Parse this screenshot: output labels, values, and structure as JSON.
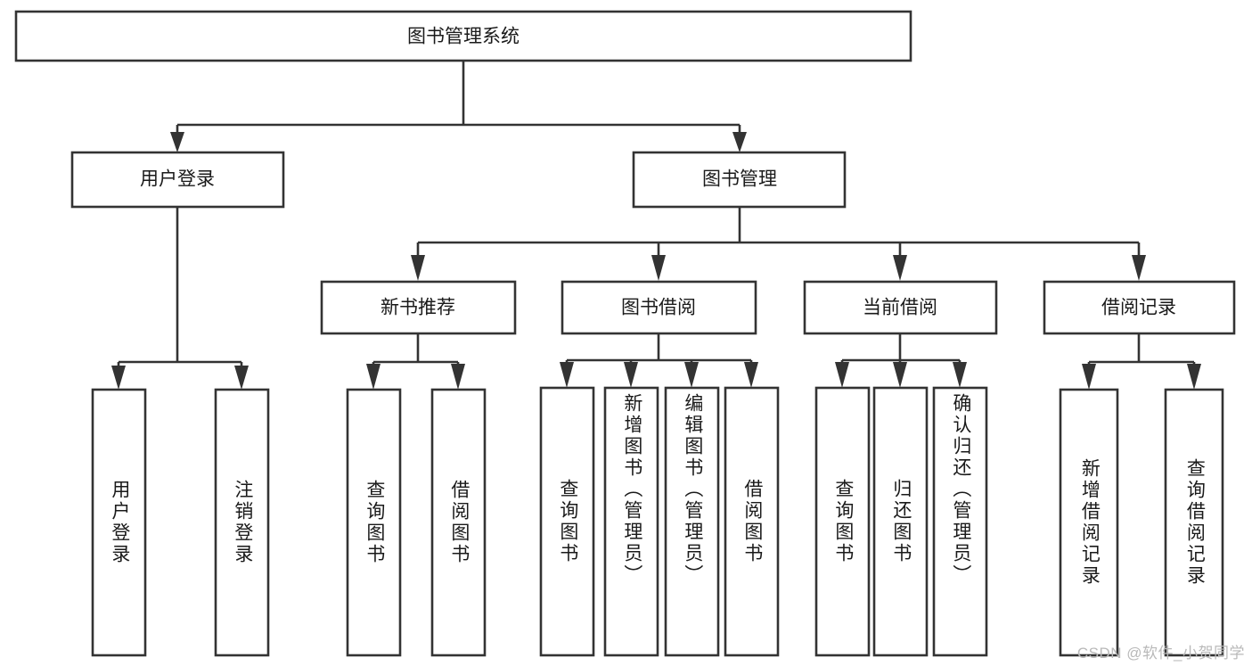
{
  "diagram": {
    "title": "图书管理系统",
    "watermark": "CSDN @软件_小贺同学",
    "colors": {
      "stroke": "#333333",
      "box_fill": "#ffffff",
      "text": "#1a1a1a",
      "background": "#ffffff",
      "watermark": "#b9b9b9"
    },
    "levels": {
      "root": "图书管理系统",
      "level2": [
        "用户登录",
        "图书管理"
      ],
      "level3": [
        "新书推荐",
        "图书借阅",
        "当前借阅",
        "借阅记录"
      ]
    },
    "nodes": {
      "root": {
        "label": "图书管理系统",
        "orientation": "horizontal"
      },
      "user_login": {
        "label": "用户登录",
        "orientation": "horizontal"
      },
      "book_manage": {
        "label": "图书管理",
        "orientation": "horizontal"
      },
      "new_book_rec": {
        "label": "新书推荐",
        "orientation": "horizontal"
      },
      "book_borrow": {
        "label": "图书借阅",
        "orientation": "horizontal"
      },
      "current_borrow": {
        "label": "当前借阅",
        "orientation": "horizontal"
      },
      "borrow_record": {
        "label": "借阅记录",
        "orientation": "horizontal"
      },
      "leaf_user_login": {
        "label": "用户登录",
        "orientation": "vertical"
      },
      "leaf_logout": {
        "label": "注销登录",
        "orientation": "vertical"
      },
      "leaf_query_book_1": {
        "label": "查询图书",
        "orientation": "vertical"
      },
      "leaf_borrow_book_1": {
        "label": "借阅图书",
        "orientation": "vertical"
      },
      "leaf_query_book_2": {
        "label": "查询图书",
        "orientation": "vertical"
      },
      "leaf_add_book": {
        "label": "新增图书（管理员）",
        "orientation": "vertical"
      },
      "leaf_edit_book": {
        "label": "编辑图书（管理员）",
        "orientation": "vertical"
      },
      "leaf_borrow_book_2": {
        "label": "借阅图书",
        "orientation": "vertical"
      },
      "leaf_query_book_3": {
        "label": "查询图书",
        "orientation": "vertical"
      },
      "leaf_return_book": {
        "label": "归还图书",
        "orientation": "vertical"
      },
      "leaf_confirm_return": {
        "label": "确认归还（管理员）",
        "orientation": "vertical"
      },
      "leaf_add_record": {
        "label": "新增借阅记录",
        "orientation": "vertical"
      },
      "leaf_query_record": {
        "label": "查询借阅记录",
        "orientation": "vertical"
      }
    },
    "tree": {
      "name": "图书管理系统",
      "children": [
        {
          "name": "用户登录",
          "children": [
            {
              "name": "用户登录"
            },
            {
              "name": "注销登录"
            }
          ]
        },
        {
          "name": "图书管理",
          "children": [
            {
              "name": "新书推荐",
              "children": [
                {
                  "name": "查询图书"
                },
                {
                  "name": "借阅图书"
                }
              ]
            },
            {
              "name": "图书借阅",
              "children": [
                {
                  "name": "查询图书"
                },
                {
                  "name": "新增图书（管理员）"
                },
                {
                  "name": "编辑图书（管理员）"
                },
                {
                  "name": "借阅图书"
                }
              ]
            },
            {
              "name": "当前借阅",
              "children": [
                {
                  "name": "查询图书"
                },
                {
                  "name": "归还图书"
                },
                {
                  "name": "确认归还（管理员）"
                }
              ]
            },
            {
              "name": "借阅记录",
              "children": [
                {
                  "name": "新增借阅记录"
                },
                {
                  "name": "查询借阅记录"
                }
              ]
            }
          ]
        }
      ]
    }
  }
}
